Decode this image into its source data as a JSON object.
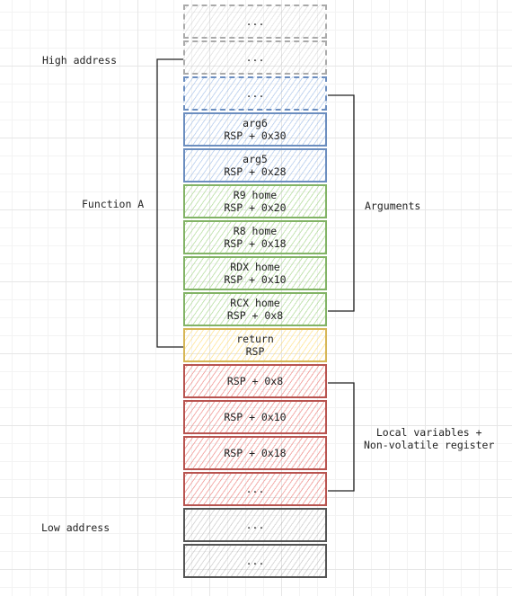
{
  "cells": [
    {
      "lines": [
        "..."
      ],
      "color": "gray",
      "dashed": true
    },
    {
      "lines": [
        "..."
      ],
      "color": "gray",
      "dashed": true
    },
    {
      "lines": [
        "..."
      ],
      "color": "blue",
      "dashed": true
    },
    {
      "lines": [
        "arg6",
        "RSP + 0x30"
      ],
      "color": "blue",
      "dashed": false
    },
    {
      "lines": [
        "arg5",
        "RSP + 0x28"
      ],
      "color": "blue",
      "dashed": false
    },
    {
      "lines": [
        "R9 home",
        "RSP + 0x20"
      ],
      "color": "green",
      "dashed": false
    },
    {
      "lines": [
        "R8 home",
        "RSP + 0x18"
      ],
      "color": "green",
      "dashed": false
    },
    {
      "lines": [
        "RDX home",
        "RSP + 0x10"
      ],
      "color": "green",
      "dashed": false
    },
    {
      "lines": [
        "RCX home",
        "RSP + 0x8"
      ],
      "color": "green",
      "dashed": false
    },
    {
      "lines": [
        "return",
        "RSP"
      ],
      "color": "yellow",
      "dashed": false
    },
    {
      "lines": [
        "RSP + 0x8"
      ],
      "color": "red",
      "dashed": false
    },
    {
      "lines": [
        "RSP + 0x10"
      ],
      "color": "red",
      "dashed": false
    },
    {
      "lines": [
        "RSP + 0x18"
      ],
      "color": "red",
      "dashed": false
    },
    {
      "lines": [
        "..."
      ],
      "color": "red",
      "dashed": false
    },
    {
      "lines": [
        "..."
      ],
      "color": "dgray",
      "dashed": false
    },
    {
      "lines": [
        "..."
      ],
      "color": "dgray",
      "dashed": false
    }
  ],
  "labels": {
    "high_address": "High address",
    "low_address": "Low address",
    "function_a": "Function A",
    "arguments": "Arguments",
    "locals_line1": "Local variables +",
    "locals_line2": "Non-volatile register"
  },
  "colors": {
    "blue": "#6c8ebf",
    "green": "#82b366",
    "yellow": "#d6b656",
    "red": "#b85450",
    "gray": "#aaaaaa",
    "dark_gray": "#555555",
    "bracket": "#222222"
  }
}
